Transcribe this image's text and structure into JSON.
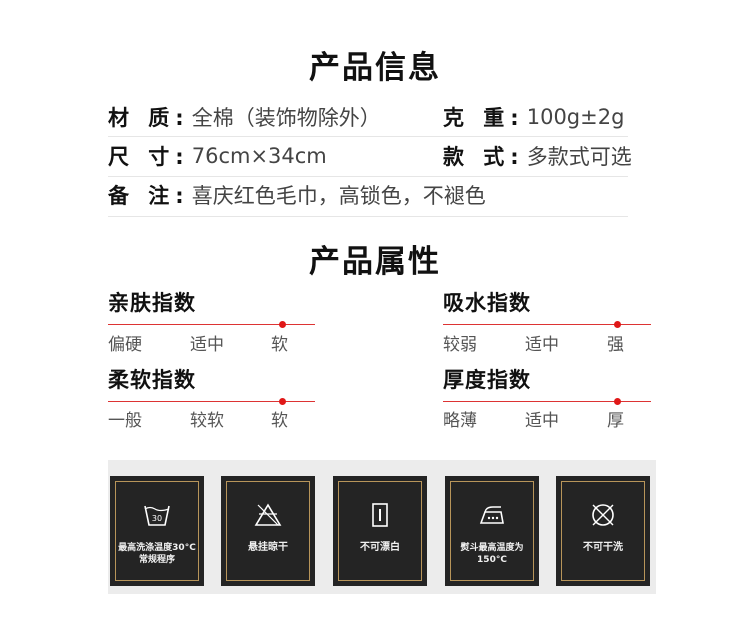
{
  "info": {
    "title": "产品信息",
    "rows": [
      {
        "label": "材 质:",
        "value": "全棉（装饰物除外）"
      },
      {
        "label": "克 重:",
        "value": "100g±2g"
      },
      {
        "label": "尺 寸:",
        "value": "76cm×34cm"
      },
      {
        "label": "款 式:",
        "value": "多款式可选"
      },
      {
        "label": "备 注:",
        "value": "喜庆红色毛巾，高锁色，不褪色"
      }
    ]
  },
  "attributes": {
    "title": "产品属性",
    "items": [
      {
        "name": "亲肤指数",
        "levels": [
          "偏硬",
          "适中",
          "软"
        ],
        "selected_index": 2
      },
      {
        "name": "吸水指数",
        "levels": [
          "较弱",
          "适中",
          "强"
        ],
        "selected_index": 2
      },
      {
        "name": "柔软指数",
        "levels": [
          "一般",
          "较软",
          "软"
        ],
        "selected_index": 2
      },
      {
        "name": "厚度指数",
        "levels": [
          "略薄",
          "适中",
          "厚"
        ],
        "selected_index": 2
      }
    ]
  },
  "care": {
    "items": [
      {
        "icon": "wash-30-icon",
        "badge": "30",
        "label_lines": [
          "最高洗涤温度30°C",
          "常规程序"
        ]
      },
      {
        "icon": "hang-dry-icon",
        "label_lines": [
          "悬挂晾干"
        ]
      },
      {
        "icon": "no-bleach-icon",
        "label_lines": [
          "不可漂白"
        ]
      },
      {
        "icon": "iron-icon",
        "label_lines": [
          "熨斗最高温度为",
          "150°C"
        ]
      },
      {
        "icon": "no-dryclean-icon",
        "label_lines": [
          "不可干洗"
        ]
      }
    ],
    "colors": {
      "card": "#242424",
      "frame": "#b8955a",
      "panel": "#ececec"
    }
  },
  "accent": "#e01818"
}
